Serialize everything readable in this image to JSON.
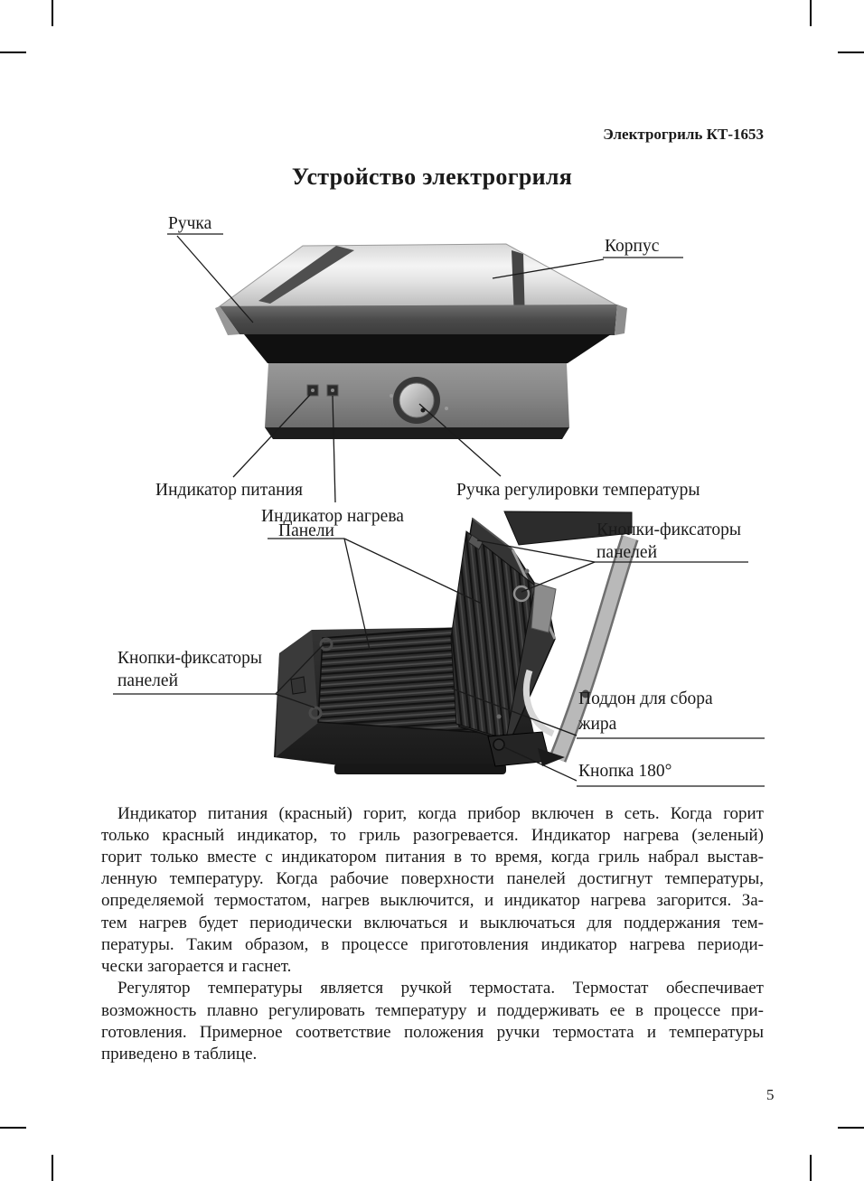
{
  "page": {
    "header": "Электрогриль КТ-1653",
    "title": "Устройство электрогриля",
    "page_number": "5"
  },
  "figure1": {
    "labels": {
      "handle": "Ручка",
      "housing": "Корпус",
      "power_indicator": "Индикатор питания",
      "heat_indicator": "Индикатор нагрева",
      "temp_knob": "Ручка регулировки температуры"
    }
  },
  "figure2": {
    "labels": {
      "panels": "Панели",
      "latch_right_line1": "Кнопки-фиксаторы",
      "latch_right_line2": "панелей",
      "latch_left_line1": "Кнопки-фиксаторы",
      "latch_left_line2": "панелей",
      "drip_tray_line1": "Поддон для сбора",
      "drip_tray_line2": "жира",
      "button_180": "Кнопка 180°"
    }
  },
  "body": {
    "lines": [
      "Индикатор питания (красный) горит, когда прибор включен в сеть. Когда горит",
      "только красный индикатор, то гриль разогревается. Индикатор нагрева (зеленый)",
      "горит только вместе с индикатором питания в то время, когда гриль набрал выстав-",
      "ленную температуру. Когда рабочие поверхности панелей достигнут температуры,",
      "определяемой термостатом, нагрев выключится, и индикатор нагрева загорится. За-",
      "тем нагрев будет периодически включаться и выключаться для поддержания тем-",
      "пературы. Таким образом, в процессе приготовления индикатор нагрева периоди-",
      "чески загорается и гаснет.",
      "Регулятор температуры является ручкой термостата. Термостат обеспечивает",
      "возможность плавно регулировать температуру и поддерживать ее в процессе при-",
      "готовления. Примерное соответствие положения ручки термостата и температуры",
      "приведено в таблице."
    ]
  }
}
